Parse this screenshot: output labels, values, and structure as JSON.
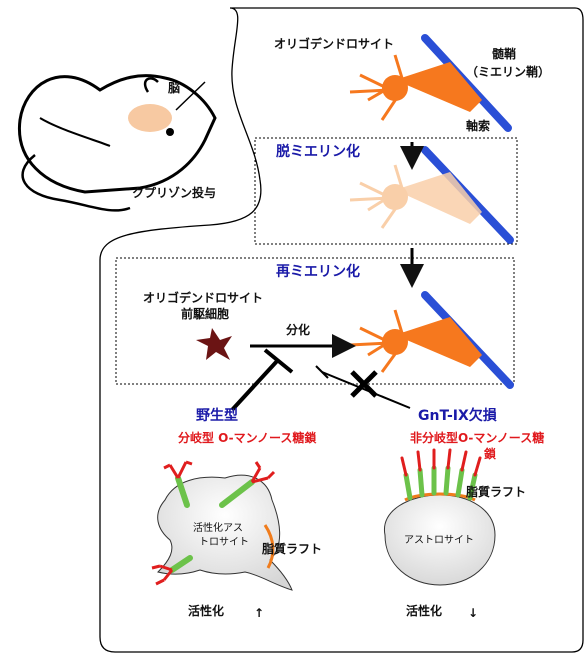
{
  "labels": {
    "oligodendrocyte": "オリゴデンドロサイト",
    "myelin_sheath": "髄鞘",
    "myelin_sheath_paren": "（ミエリン鞘）",
    "axon": "軸索",
    "brain": "脳",
    "cuprizone": "クプリゾン投与",
    "demyelination": "脱ミエリン化",
    "remyelination": "再ミエリン化",
    "opc_line1": "オリゴデンドロサイト",
    "opc_line2": "前駆細胞",
    "differentiation": "分化",
    "wild_type": "野生型",
    "branched_glycan": "分岐型 O-マンノース糖鎖",
    "gnt_ix_deficient": "GnT-IX欠損",
    "unbranched_glycan_line1": "非分岐型O-マンノース糖",
    "unbranched_glycan_line2": "鎖",
    "active_astro_line1": "活性化アス",
    "active_astro_line2": "トロサイト",
    "lipid_raft_left": "脂質ラフト",
    "lipid_raft_right": "脂質ラフト",
    "astrocyte": "アストロサイト",
    "activation_up": "活性化",
    "activation_down": "活性化",
    "arrow_up": "↑",
    "arrow_down": "↓"
  },
  "colors": {
    "oligo_orange": "#f6781e",
    "oligo_faded": "#f9cfa9",
    "axon_blue": "#2a4fd6",
    "mouse_brain": "#f7c9a2",
    "opc_dark_red": "#6b1414",
    "text_blue": "#1a1aa8",
    "text_red": "#e0191d",
    "glycan_red": "#e01e1e",
    "glycan_green": "#6cc24a",
    "raft_orange": "#f07c1c"
  }
}
